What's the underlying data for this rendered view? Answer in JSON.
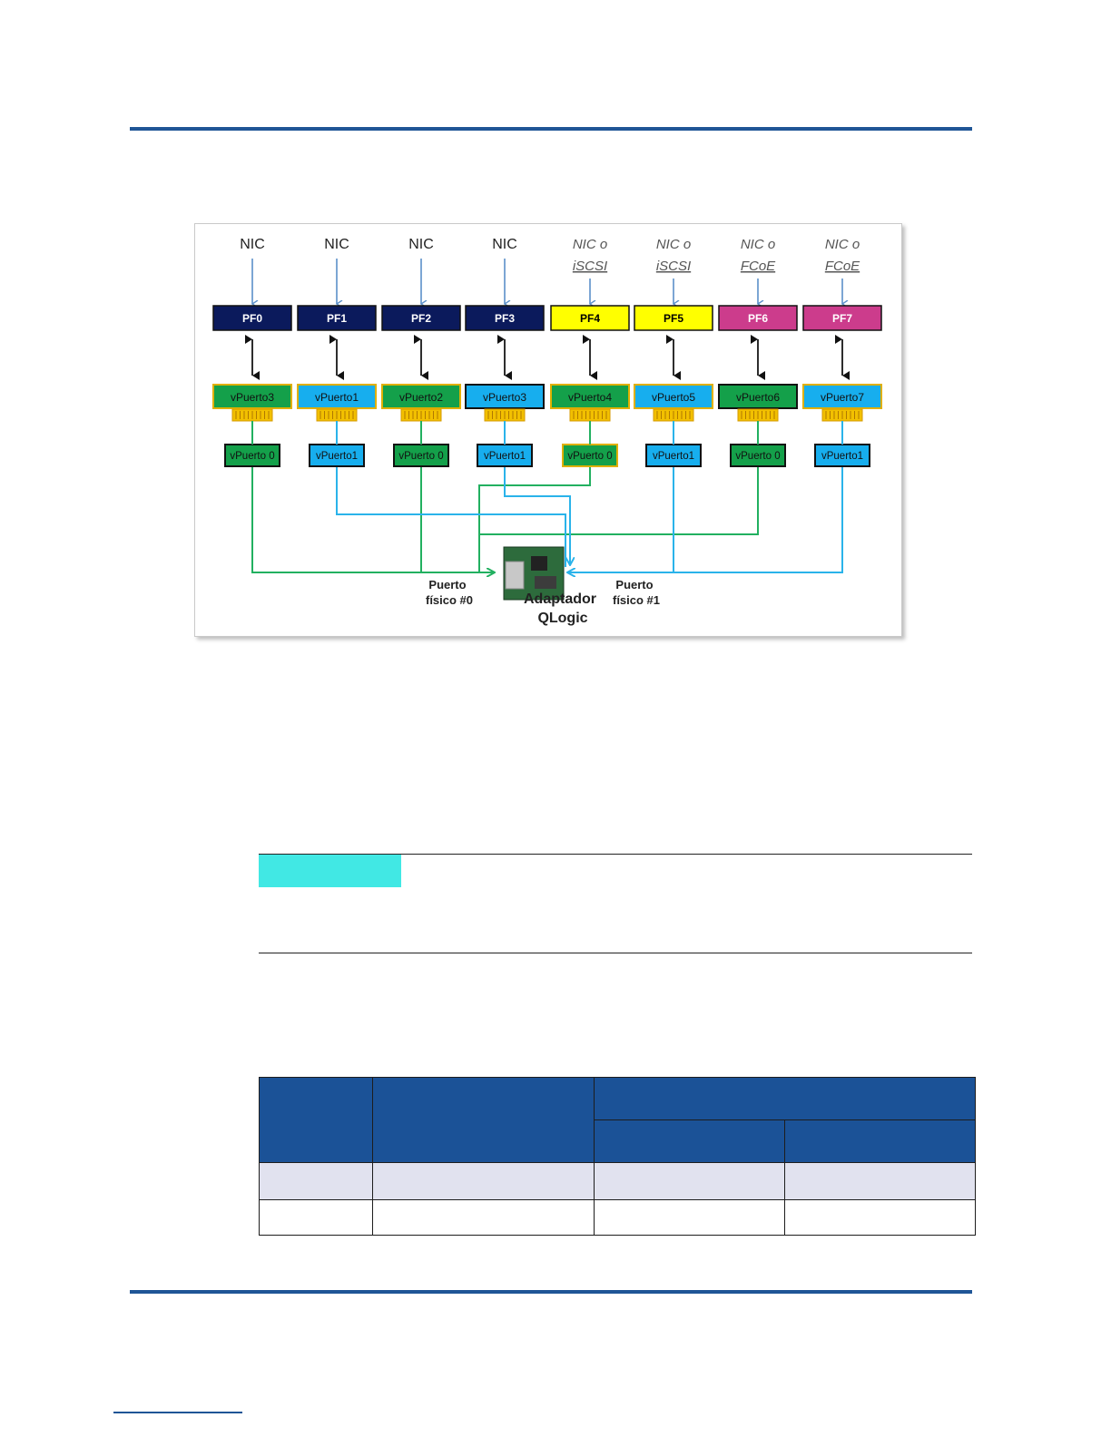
{
  "figure": {
    "top_labels": [
      "NIC",
      "NIC",
      "NIC",
      "NIC",
      "NIC o\niSCSI",
      "NIC o\niSCSI",
      "NIC o\nFCoE",
      "NIC o\nFCoE"
    ],
    "pf": [
      {
        "label": "PF0",
        "color": "#0b1a5c",
        "text_color": "#ffffff"
      },
      {
        "label": "PF1",
        "color": "#0b1a5c",
        "text_color": "#ffffff"
      },
      {
        "label": "PF2",
        "color": "#0b1a5c",
        "text_color": "#ffffff"
      },
      {
        "label": "PF3",
        "color": "#0b1a5c",
        "text_color": "#ffffff"
      },
      {
        "label": "PF4",
        "color": "#ffff00",
        "text_color": "#000000"
      },
      {
        "label": "PF5",
        "color": "#ffff00",
        "text_color": "#000000"
      },
      {
        "label": "PF6",
        "color": "#cc3c8c",
        "text_color": "#ffffff"
      },
      {
        "label": "PF7",
        "color": "#cc3c8c",
        "text_color": "#ffffff"
      }
    ],
    "vport_upper": [
      {
        "label": "vPuerto3",
        "color": "#14a04a"
      },
      {
        "label": "vPuerto1",
        "color": "#17aeee"
      },
      {
        "label": "vPuerto2",
        "color": "#14a04a"
      },
      {
        "label": "vPuerto3",
        "color": "#17aeee"
      },
      {
        "label": "vPuerto4",
        "color": "#14a04a"
      },
      {
        "label": "vPuerto5",
        "color": "#17aeee"
      },
      {
        "label": "vPuerto6",
        "color": "#14a04a"
      },
      {
        "label": "vPuerto7",
        "color": "#17aeee"
      }
    ],
    "vport_lower": [
      {
        "label": "vPuerto 0",
        "color": "#14a04a"
      },
      {
        "label": "vPuerto1",
        "color": "#17aeee"
      },
      {
        "label": "vPuerto 0",
        "color": "#14a04a"
      },
      {
        "label": "vPuerto1",
        "color": "#17aeee"
      },
      {
        "label": "vPuerto 0",
        "color": "#14a04a"
      },
      {
        "label": "vPuerto1",
        "color": "#17aeee"
      },
      {
        "label": "vPuerto 0",
        "color": "#14a04a"
      },
      {
        "label": "vPuerto1",
        "color": "#17aeee"
      }
    ],
    "port0_label": [
      "Puerto",
      "físico #0"
    ],
    "port1_label": [
      "Puerto",
      "físico #1"
    ],
    "adapter_label": [
      "Adaptador",
      "QLogic"
    ],
    "colors": {
      "green_line": "#22b060",
      "blue_line": "#2ab3ea",
      "arrow_blue": "#5b8fc9",
      "border_gold": "#e0b000"
    }
  }
}
